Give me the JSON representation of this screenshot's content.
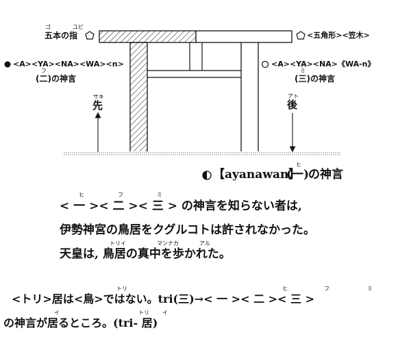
{
  "diagram": {
    "left_top_ruby": [
      "ゴ",
      "ユビ"
    ],
    "left_top_label": "五本の指",
    "right_top_label": "<五角形><笠木>",
    "left_mid_label": "<A><YA><NA><WA><n>",
    "left_mid_sub_ruby": "フ",
    "left_mid_sub": "(二)の神言",
    "right_mid_label": "<A><YA><NA>《WA-n》",
    "right_mid_sub_ruby": "ミ",
    "right_mid_sub": "(三)の神言",
    "left_arrow_ruby": "サキ",
    "left_arrow_label": "先",
    "right_arrow_ruby": "アト",
    "right_arrow_label": "後",
    "bottom_ruby": "ヒ",
    "bottom_word": "【ayanawan】",
    "bottom_num": "一",
    "bottom_tail": "の神言"
  },
  "paragraph": {
    "line1": {
      "ruby": [
        "ヒ",
        "フ",
        "ミ"
      ],
      "chars": [
        "一",
        "二",
        "三"
      ],
      "tail": "の神言を知らない者は,"
    },
    "line2": "伊勢神宮の鳥居をクグルコトは許されなかった。",
    "line3": {
      "before": "天皇は,",
      "ruby1": "トリイ",
      "word1": "鳥居",
      "mid": "の",
      "ruby2": "マンナカ",
      "word2": "真中",
      "mid2": "を",
      "ruby3": "アル",
      "word3": "歩",
      "after": "かれた。"
    }
  },
  "footer": {
    "line1": {
      "a": "<トリ>居は<",
      "ruby_tori": "トリ",
      "bird": "鳥",
      "b": ">ではない。tri(三)→<",
      "ruby": [
        "ヒ",
        "フ",
        "ミ"
      ],
      "chars": [
        "一",
        "二",
        "三"
      ]
    },
    "line2": {
      "a": "の神言が",
      "ruby_iru": "イ",
      "iru": "居",
      "b": "るところ。(",
      "ruby_tri": "トリ",
      "tri": "tri",
      "ruby_i": "イ",
      "c": "- 居)"
    }
  }
}
